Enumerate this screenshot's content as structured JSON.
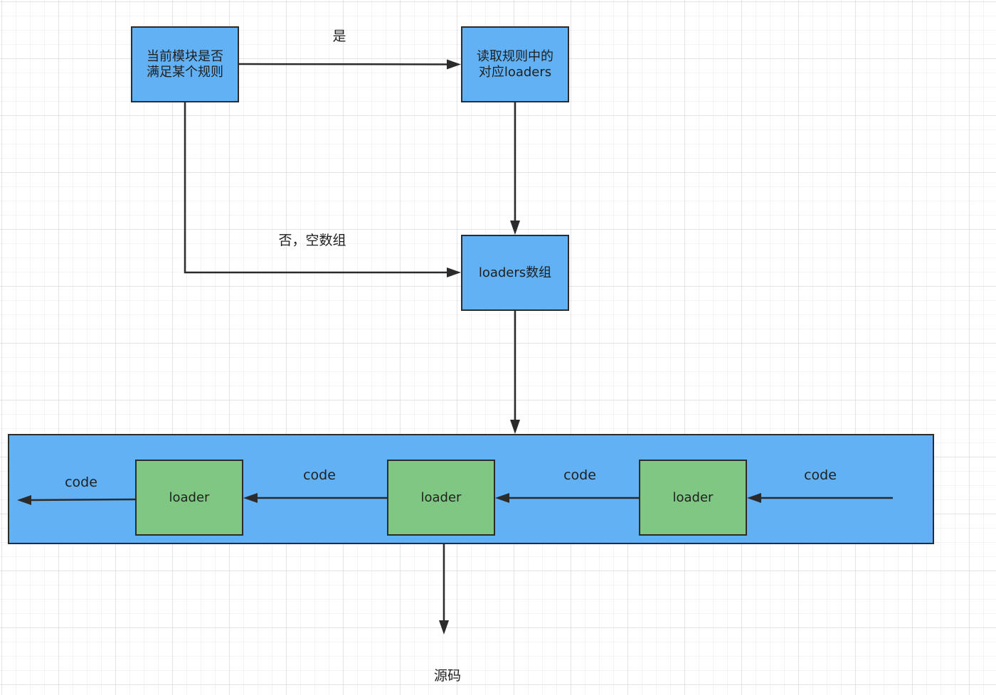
{
  "nodes": {
    "check_rule": "当前模块是否\n满足某个规则",
    "read_rule": "读取规则中的\n对应loaders",
    "loaders_array": "loaders数组",
    "loader_1": "loader",
    "loader_2": "loader",
    "loader_3": "loader"
  },
  "labels": {
    "yes": "是",
    "no_empty": "否，空数组",
    "code_out": "code",
    "code_between_1": "code",
    "code_between_2": "code",
    "code_in": "code",
    "source": "源码"
  },
  "colors": {
    "process_fill": "#62b1f5",
    "loader_fill": "#7fc782",
    "stroke": "#2b2b2b"
  }
}
